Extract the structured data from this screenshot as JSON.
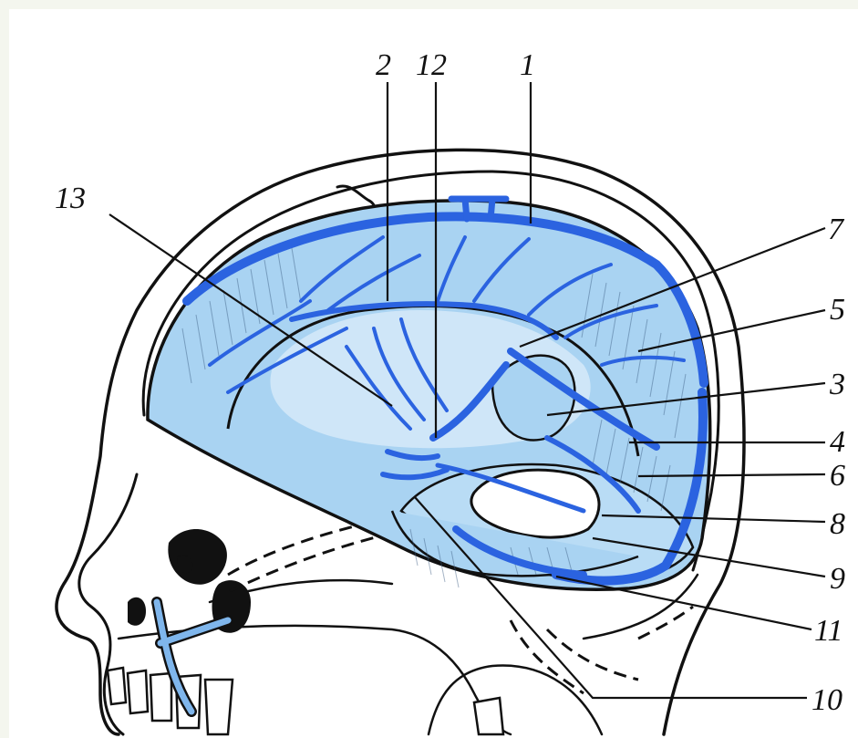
{
  "colors": {
    "page_background": "#f4f6ee",
    "brain_fill": "#a9d3f2",
    "brain_fill_light": "#cfe6f8",
    "vein_blue": "#2b63e0",
    "outline": "#111111"
  },
  "labels": {
    "l1": "1",
    "l2": "2",
    "l3": "3",
    "l4": "4",
    "l5": "5",
    "l6": "6",
    "l7": "7",
    "l8": "8",
    "l9": "9",
    "l10": "10",
    "l11": "11",
    "l12": "12",
    "l13": "13"
  }
}
